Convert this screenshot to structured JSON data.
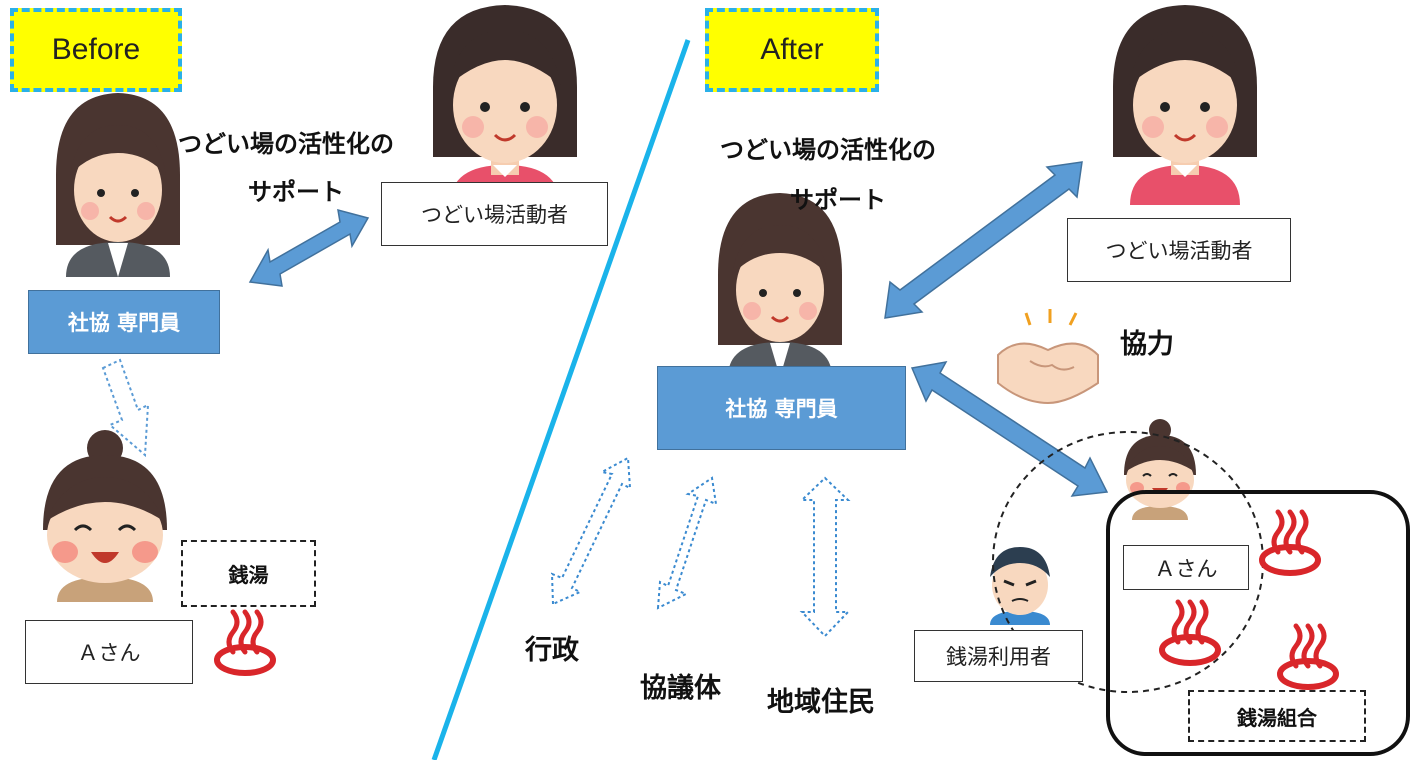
{
  "before": {
    "tag": "Before",
    "support_line1": "つどい場の活性化の",
    "support_line2": "サポート",
    "activist_label": "つどい場活動者",
    "staff_label": "社協 専門員",
    "sento_label": "銭湯",
    "person_a_label": "Ａさん"
  },
  "after": {
    "tag": "After",
    "support_line1": "つどい場の活性化の",
    "support_line2": "サポート",
    "activist_label": "つどい場活動者",
    "staff_label": "社協 専門員",
    "cooperation": "協力",
    "person_a_label": "Ａさん",
    "bath_user_label": "銭湯利用者",
    "bath_union_label": "銭湯組合",
    "gov": "行政",
    "council": "協議体",
    "residents": "地域住民"
  },
  "colors": {
    "tag_fill": "#ffff00",
    "tag_border": "#2ab0e8",
    "staff_box": "#5b9bd5",
    "arrow_blue": "#5b9bd5",
    "divider": "#1ab3ea",
    "onsen_red": "#d9262a"
  },
  "icons": [
    "woman-icon",
    "staff-woman-icon",
    "happy-woman-icon",
    "man-icon",
    "handshake-icon",
    "onsen-icon"
  ]
}
